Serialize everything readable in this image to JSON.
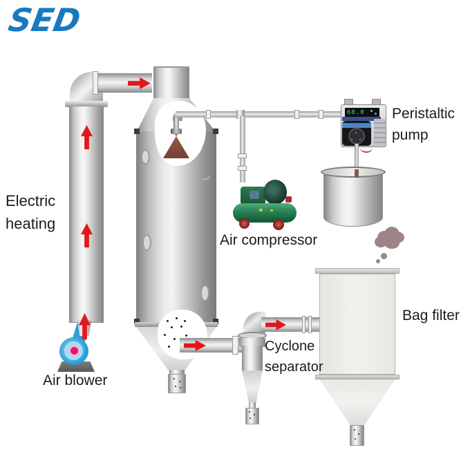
{
  "logo": {
    "text": "SED"
  },
  "labels": {
    "electric_heating_line1": "Electric",
    "electric_heating_line2": "heating",
    "air_blower": "Air blower",
    "air_compressor": "Air compressor",
    "cyclone_line1": "Cyclone",
    "cyclone_line2": "separator",
    "bag_filter": "Bag filter",
    "peristaltic_line1": "Peristaltic",
    "peristaltic_line2": "pump"
  },
  "pump": {
    "display": "60.0"
  },
  "colors": {
    "logo_blue": "#187abe",
    "arrow_red": "#e2191c",
    "compressor_green": "#2a8356",
    "blower_blue": "#2f9fd8",
    "blower_magenta": "#e0187e",
    "spray_brown": "#8a5143",
    "cloud_mauve": "#9d8486",
    "label_text": "#1b1b1b"
  }
}
